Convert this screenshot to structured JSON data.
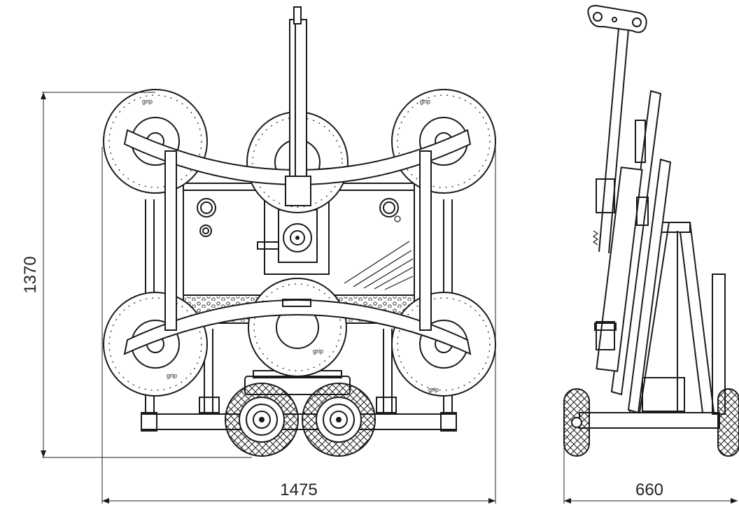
{
  "dimensions": {
    "height": "1370",
    "width_front": "1475",
    "depth_side": "660"
  },
  "pad_text": "grip"
}
